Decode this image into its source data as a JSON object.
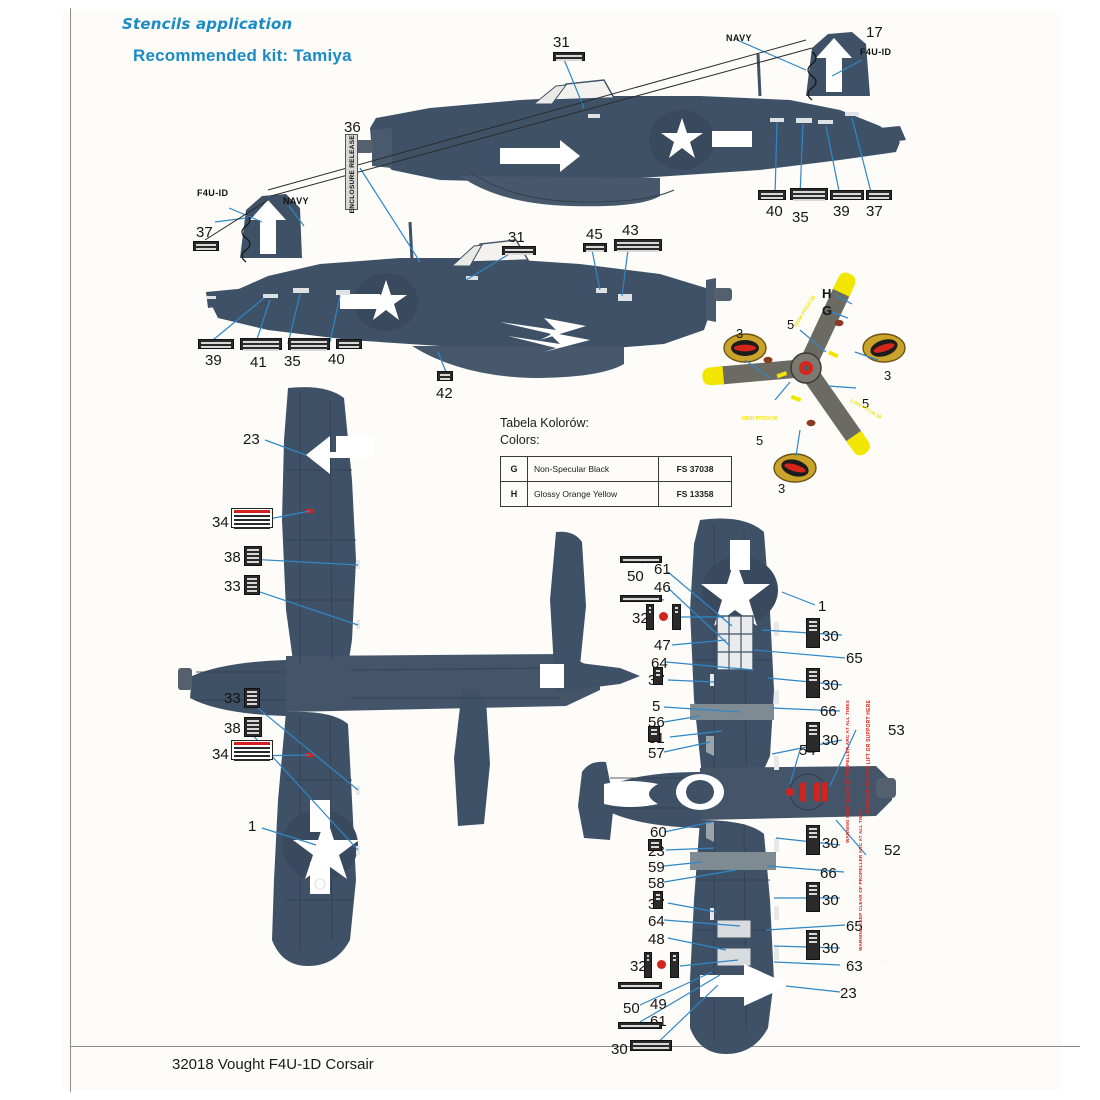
{
  "sheet": {
    "title_stencils": "Stencils application",
    "title_kit": "Recommended kit: Tamiya",
    "footer": "32018 Vought F4U-1D Corsair",
    "accent_color": "#1a8bc4",
    "aircraft_color": "#3f5167",
    "paper_color": "#fdfcf8",
    "leader_color": "#2f87c6",
    "warning_red": "#e0201b",
    "stencil_yellow": "#f2e500"
  },
  "colors_table": {
    "caption_pl": "Tabela Kolorów:",
    "caption_en": "Colors:",
    "rows": [
      {
        "key": "G",
        "name": "Non-Specular Black",
        "fs": "FS 37038"
      },
      {
        "key": "H",
        "name": "Glossy Orange Yellow",
        "fs": "FS 13358"
      }
    ]
  },
  "views": {
    "profile_top": {
      "name": "Right side profile view",
      "markings": [
        "NAVY",
        "F4U-ID"
      ],
      "callouts": [
        "31",
        "17",
        "40",
        "35",
        "39",
        "37"
      ]
    },
    "profile_mid": {
      "name": "Left side profile view",
      "markings": [
        "F4U-ID",
        "NAVY"
      ],
      "callouts": [
        "37",
        "36",
        "31",
        "45",
        "43",
        "39",
        "41",
        "35",
        "40",
        "42"
      ],
      "vertical_stencil": "ENCLOSURE RELEASE"
    },
    "plan_upper": {
      "name": "Upper surface plan view",
      "callouts": [
        "23",
        "34",
        "38",
        "33",
        "33",
        "38",
        "34",
        "1"
      ]
    },
    "plan_lower": {
      "name": "Lower surface plan view",
      "callouts_left": [
        "50",
        "61",
        "46",
        "32",
        "47",
        "64",
        "37",
        "5",
        "56",
        "31",
        "57",
        "60",
        "23",
        "59",
        "58",
        "37",
        "64",
        "48",
        "32",
        "50",
        "49",
        "61",
        "30"
      ],
      "callouts_right": [
        "1",
        "30",
        "65",
        "30",
        "66",
        "30",
        "54",
        "53",
        "52",
        "30",
        "66",
        "30",
        "65",
        "30",
        "63",
        "23"
      ]
    },
    "propeller": {
      "name": "Propeller blades",
      "color_keys": [
        "H",
        "G"
      ],
      "callouts": [
        "3",
        "3",
        "3",
        "5",
        "5",
        "5"
      ],
      "blade_stencil_line1": "LOW PITCH 18",
      "blade_stencil_line2": "HIGH PITCH 56"
    }
  },
  "callout_numbers": {
    "p1_31": "31",
    "p1_17": "17",
    "p1_40": "40",
    "p1_35": "35",
    "p1_39": "39",
    "p1_37": "37",
    "p2_37": "37",
    "p2_36": "36",
    "p2_31": "31",
    "p2_45": "45",
    "p2_43": "43",
    "p2_39": "39",
    "p2_41": "41",
    "p2_35b": "35",
    "p2_40": "40",
    "p2_42": "42",
    "pu_23": "23",
    "pu_34a": "34",
    "pu_38a": "38",
    "pu_33a": "33",
    "pu_33b": "33",
    "pu_38b": "38",
    "pu_34b": "34",
    "pu_1": "1",
    "pr_3a": "3",
    "pr_3b": "3",
    "pr_3c": "3",
    "pr_5a": "5",
    "pr_5b": "5",
    "pr_5c": "5",
    "pr_H": "H",
    "pr_G": "G",
    "pl_50a": "50",
    "pl_61a": "61",
    "pl_46": "46",
    "pl_32a": "32",
    "pl_47": "47",
    "pl_64a": "64",
    "pl_37a": "37",
    "pl_5": "5",
    "pl_56": "56",
    "pl_31": "31",
    "pl_57": "57",
    "pl_1": "1",
    "pl_30a": "30",
    "pl_65a": "65",
    "pl_30b": "30",
    "pl_66a": "66",
    "pl_30c": "30",
    "pl_54": "54",
    "pl_53": "53",
    "pl_60": "60",
    "pl_23a": "23",
    "pl_59": "59",
    "pl_58": "58",
    "pl_37b": "37",
    "pl_64b": "64",
    "pl_48": "48",
    "pl_32b": "32",
    "pl_50b": "50",
    "pl_49": "49",
    "pl_61b": "61",
    "pl_30g": "30",
    "pl_30d": "30",
    "pl_52": "52",
    "pl_66b": "66",
    "pl_30e": "30",
    "pl_65b": "65",
    "pl_30f": "30",
    "pl_63": "63",
    "pl_23b": "23"
  },
  "text_marks": {
    "navy_top": "NAVY",
    "f4u_top": "F4U-ID",
    "f4u_mid": "F4U-ID",
    "navy_mid": "NAVY",
    "enclosure_release": "ENCLOSURE RELEASE",
    "warn_53": "WARNING  DO NOT LIFT OR SUPPORT HERE",
    "warn_52": "WARNING  KEEP CLEAR OF PROPELLER ARC AT ALL TIMES",
    "prop_low": "LOW PITCH 18",
    "prop_high": "HIGH PITCH 56"
  }
}
